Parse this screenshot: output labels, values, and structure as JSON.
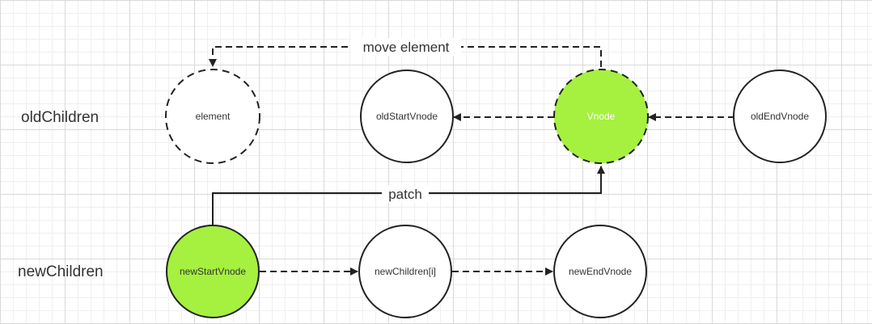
{
  "row_labels": {
    "old": "oldChildren",
    "new": "newChildren"
  },
  "nodes": {
    "element": {
      "label": "element",
      "style": "dashed"
    },
    "old_start": {
      "label": "oldStartVnode",
      "style": "solid"
    },
    "vnode": {
      "label": "Vnode",
      "style": "dashed",
      "fill": "#a6f040"
    },
    "old_end": {
      "label": "oldEndVnode",
      "style": "solid"
    },
    "new_start": {
      "label": "newStartVnode",
      "style": "solid",
      "fill": "#a6f040"
    },
    "new_children_i": {
      "label": "newChildren[i]",
      "style": "solid"
    },
    "new_end": {
      "label": "newEndVnode",
      "style": "solid"
    }
  },
  "edges": {
    "move_element": {
      "label": "move element",
      "style": "dashed",
      "from": "Vnode",
      "to": "element"
    },
    "patch": {
      "label": "patch",
      "style": "solid",
      "from": "newStartVnode",
      "to": "Vnode"
    },
    "vnode_to_old_start": {
      "style": "dashed",
      "from": "Vnode",
      "to": "oldStartVnode"
    },
    "old_end_to_vnode": {
      "style": "dashed",
      "from": "oldEndVnode",
      "to": "Vnode"
    },
    "new_start_to_new_i": {
      "style": "dashed",
      "from": "newStartVnode",
      "to": "newChildren[i]"
    },
    "new_i_to_new_end": {
      "style": "dashed",
      "from": "newChildren[i]",
      "to": "newEndVnode"
    }
  },
  "colors": {
    "highlight": "#a6f040",
    "stroke": "#222222",
    "text": "#333333",
    "grid": "#d9d9d9"
  }
}
